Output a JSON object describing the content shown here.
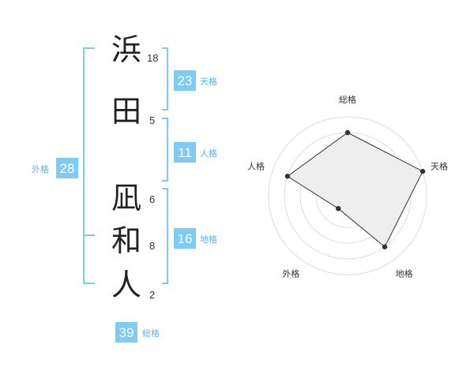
{
  "colors": {
    "accent": "#5ab4ec",
    "badge": "#7ecbf5",
    "radar_fill": "#eeeeee",
    "radar_line": "#333333",
    "grid": "#dddddd"
  },
  "name": {
    "characters": [
      {
        "char": "浜",
        "strokes": "18"
      },
      {
        "char": "田",
        "strokes": "5"
      },
      {
        "char": "凪",
        "strokes": "6"
      },
      {
        "char": "和",
        "strokes": "8"
      },
      {
        "char": "人",
        "strokes": "2"
      }
    ]
  },
  "fortunes": {
    "tenkaku": {
      "value": "23",
      "label": "天格"
    },
    "jinkaku": {
      "value": "11",
      "label": "人格"
    },
    "chikaku": {
      "value": "16",
      "label": "地格"
    },
    "gaikaku": {
      "value": "28",
      "label": "外格"
    },
    "soukaku": {
      "value": "39",
      "label": "総格"
    }
  },
  "chart_data": {
    "type": "radar",
    "axes": [
      "総格",
      "天格",
      "地格",
      "外格",
      "人格"
    ],
    "values": [
      4,
      5,
      4,
      1,
      4
    ],
    "max": 5,
    "rings": 5
  }
}
